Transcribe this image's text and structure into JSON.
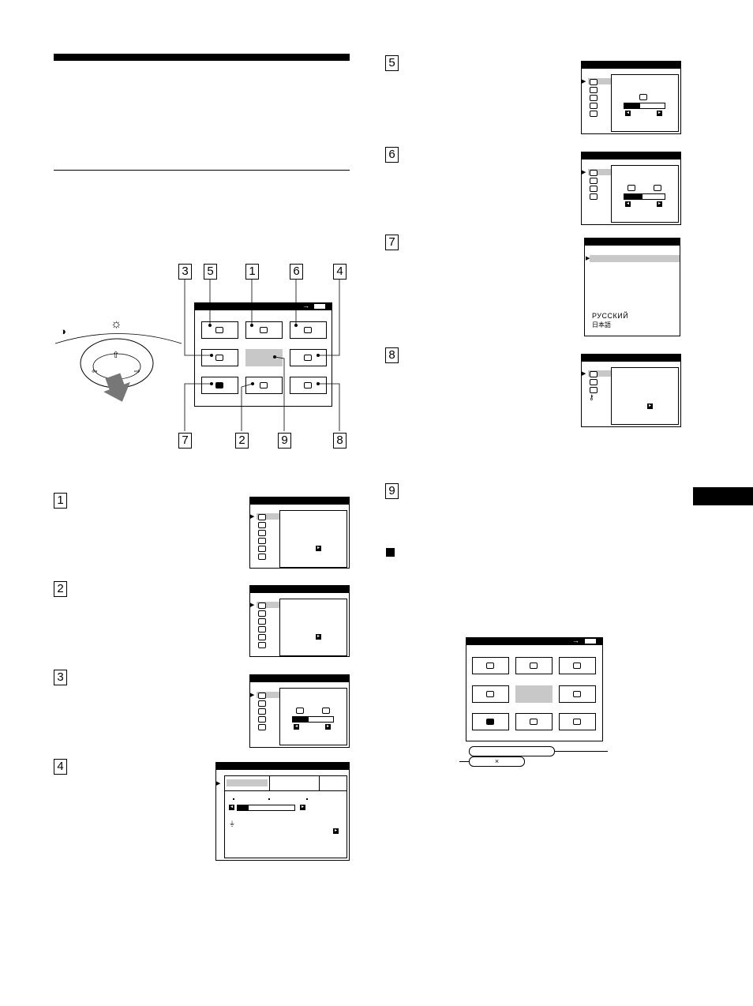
{
  "callouts": {
    "n1": "1",
    "n2": "2",
    "n3": "3",
    "n4": "4",
    "n5": "5",
    "n6": "6",
    "n7": "7",
    "n8": "8",
    "n9": "9"
  },
  "language_menu": {
    "russian": "РУССКИЙ",
    "japanese": "日本語"
  },
  "bottom_menu": {
    "multiply_sign": "×"
  },
  "icons": {
    "contrast": "◑",
    "brightness": "☼",
    "up_arrow": "⇧",
    "right_arrow": "→",
    "key": "⚷"
  }
}
